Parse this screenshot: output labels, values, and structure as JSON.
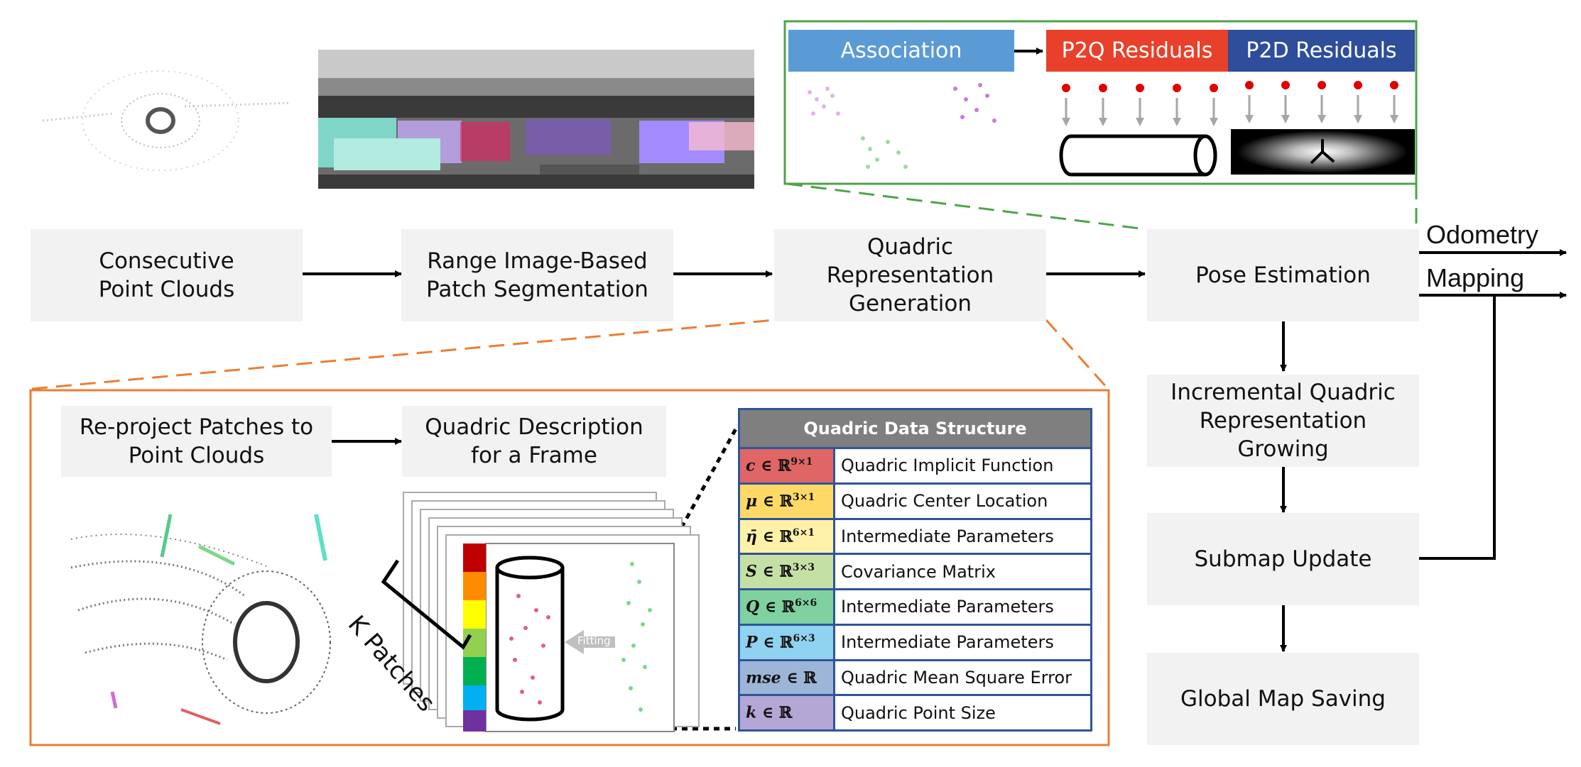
{
  "pipeline": {
    "consecutive": "Consecutive\nPoint Clouds",
    "range_seg": "Range Image-Based\nPatch Segmentation",
    "quadric_gen": "Quadric\nRepresentation\nGeneration",
    "pose": "Pose Estimation",
    "incremental": "Incremental Quadric\nRepresentation\nGrowing",
    "submap": "Submap Update",
    "global": "Global Map Saving"
  },
  "outputs": {
    "odometry": "Odometry",
    "mapping": "Mapping"
  },
  "pose_detail": {
    "association": "Association",
    "p2q": "P2Q Residuals",
    "p2d": "P2D Residuals",
    "colors": {
      "association": "#5b9bd5",
      "p2q": "#e8402a",
      "p2d": "#2e4d9b"
    }
  },
  "detail": {
    "reproject": "Re-project Patches to\nPoint Clouds",
    "description": "Quadric Description\nfor a Frame",
    "k_patches": "K Patches",
    "fitting": "Fitting"
  },
  "table": {
    "title": "Quadric Data Structure",
    "rows": [
      {
        "sym": "c",
        "rel": " ∈ ℝ",
        "sup": "9×1",
        "label": "Quadric Implicit Function",
        "color": "#e06666"
      },
      {
        "sym": "μ",
        "rel": " ∈ ℝ",
        "sup": "3×1",
        "label": "Quadric Center Location",
        "color": "#ffd966"
      },
      {
        "sym": "η̄",
        "rel": " ∈ ℝ",
        "sup": "6×1",
        "label": "Intermediate Parameters",
        "color": "#fff2a8"
      },
      {
        "sym": "S",
        "rel": " ∈ ℝ",
        "sup": "3×3",
        "label": "Covariance Matrix",
        "color": "#c5e0a5"
      },
      {
        "sym": "Q",
        "rel": " ∈ ℝ",
        "sup": "6×6",
        "label": "Intermediate Parameters",
        "color": "#7fd1a0"
      },
      {
        "sym": "P",
        "rel": " ∈ ℝ",
        "sup": "6×3",
        "label": "Intermediate Parameters",
        "color": "#8fd3f0"
      },
      {
        "sym": "mse",
        "rel": " ∈ ℝ",
        "sup": "",
        "label": "Quadric Mean Square Error",
        "color": "#9db6d8"
      },
      {
        "sym": "k",
        "rel": " ∈ ℝ",
        "sup": "",
        "label": "Quadric Point Size",
        "color": "#b4a7d6"
      }
    ]
  }
}
